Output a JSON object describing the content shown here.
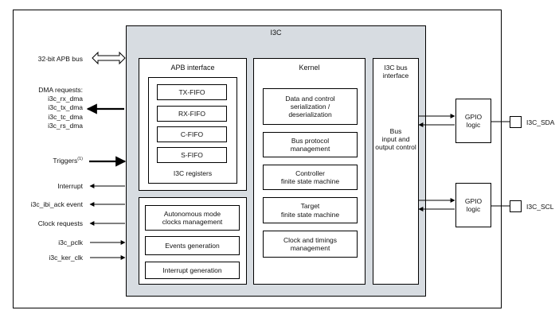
{
  "i3c_title": "I3C",
  "apb_interface": {
    "title": "APB interface",
    "fifos": [
      "TX-FIFO",
      "RX-FIFO",
      "C-FIFO",
      "S-FIFO"
    ],
    "registers_label": "I3C registers"
  },
  "misc_blocks": [
    "Autonomous mode\nclocks management",
    "Events generation",
    "Interrupt generation"
  ],
  "kernel": {
    "title": "Kernel",
    "blocks": [
      "Data and control\nserialization /\ndeserialization",
      "Bus protocol\nmanagement",
      "Controller\nfinite state machine",
      "Target\nfinite state machine",
      "Clock and timings\nmanagement"
    ]
  },
  "bus_interface": {
    "title": "I3C bus\ninterface",
    "body": "Bus\ninput and\noutput control"
  },
  "gpio": [
    {
      "label": "GPIO\nlogic",
      "pin": "I3C_SDA"
    },
    {
      "label": "GPIO\nlogic",
      "pin": "I3C_SCL"
    }
  ],
  "left_signals": {
    "apb_bus": "32-bit APB bus",
    "dma_requests": "DMA requests:\ni3c_rx_dma\ni3c_tx_dma\ni3c_tc_dma\ni3c_rs_dma",
    "triggers": "Triggers",
    "triggers_note": "(1)",
    "interrupt": "Interrupt",
    "ibi_ack": "i3c_ibi_ack event",
    "clock_requests": "Clock requests",
    "pclk": "i3c_pclk",
    "ker_clk": "i3c_ker_clk"
  }
}
